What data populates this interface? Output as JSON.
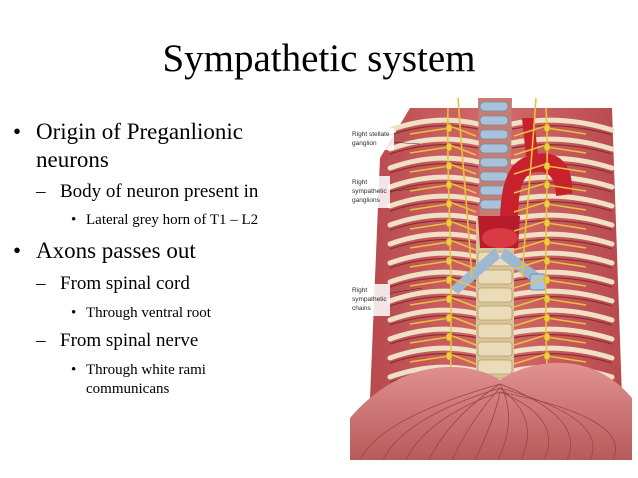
{
  "slide": {
    "title": "Sympathetic system",
    "bullets": {
      "b1_line1": "Origin of Preganlionic",
      "b1_line2": "neurons",
      "b1_sub1": "Body of neuron present in",
      "b1_sub1_item": "Lateral grey horn of T1 – L2",
      "b2": "Axons passes out",
      "b2_sub1": "From spinal cord",
      "b2_sub1_item": "Through ventral root",
      "b2_sub2": "From spinal nerve",
      "b2_sub2_item_line1": "Through white rami",
      "b2_sub2_item_line2": "communicans"
    },
    "markers": {
      "level1": "•",
      "level2": "–",
      "level3": "•"
    }
  },
  "figure": {
    "labels": {
      "stellate_line1": "Right stellate",
      "stellate_line2": "ganglion",
      "ganglia_line1": "Right",
      "ganglia_line2": "sympathetic",
      "ganglia_line3": "ganglions",
      "chains_line1": "Right",
      "chains_line2": "sympathetic",
      "chains_line3": "chains"
    },
    "colors": {
      "muscle": "#c8585a",
      "muscle_dark": "#a43c40",
      "aorta": "#c9202e",
      "nerve": "#e8c23a",
      "trachea": "#9fb8d2",
      "bone": "#e8d9b8",
      "diaphragm": "#d0797a"
    }
  }
}
